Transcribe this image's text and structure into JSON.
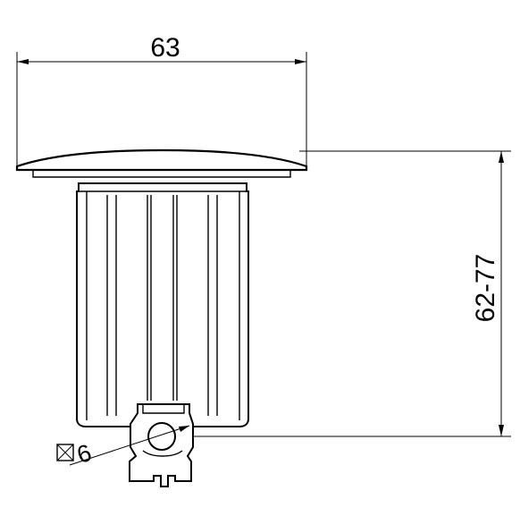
{
  "dimensions": {
    "width_label": "63",
    "height_label": "62-77",
    "square_label": "6",
    "square_symbol": "⊠"
  }
}
